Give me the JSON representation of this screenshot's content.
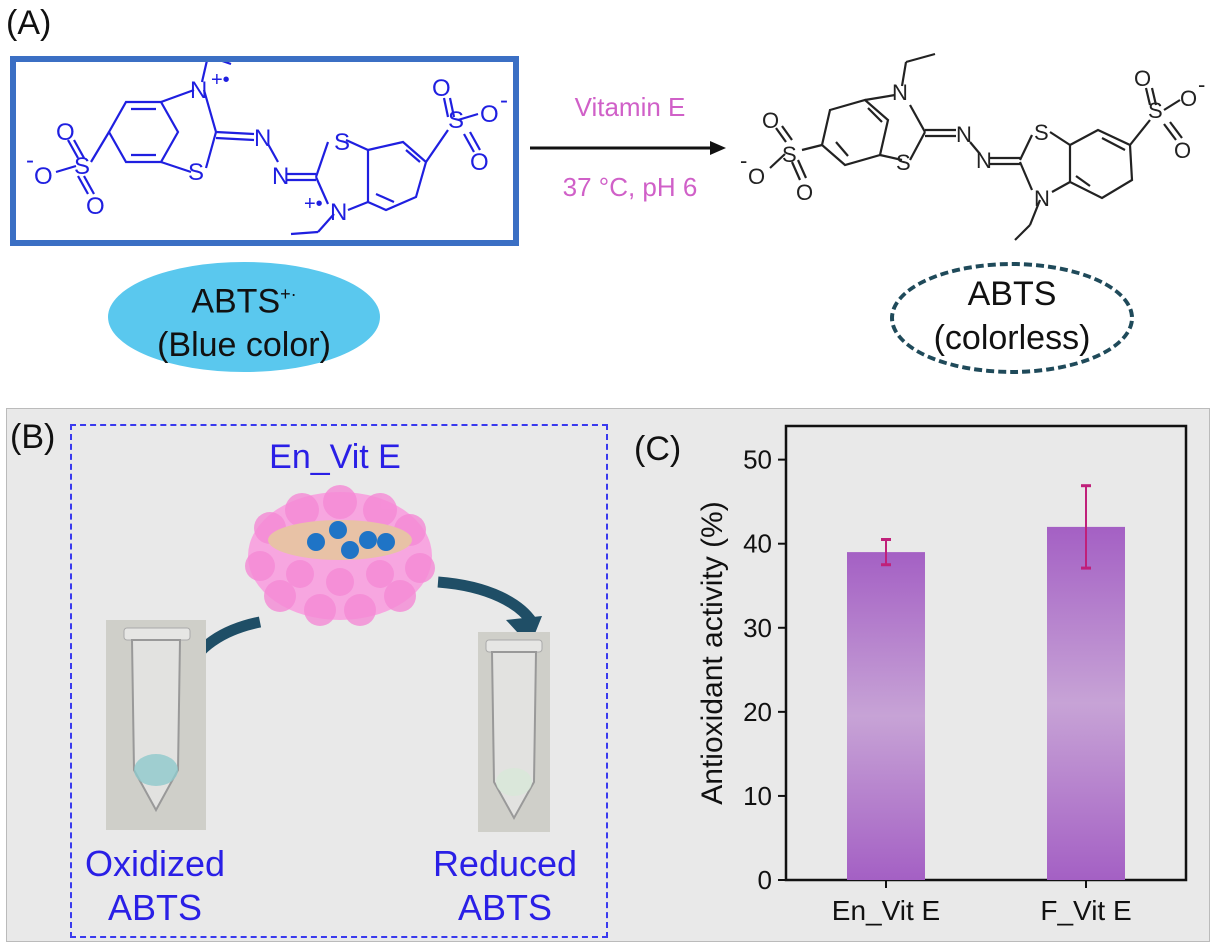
{
  "panelA": {
    "label": "(A)",
    "reagent": "Vitamin E",
    "conditions": "37 °C, pH 6",
    "left_species": {
      "name": "ABTS",
      "charge": "+·",
      "note": "(Blue color)"
    },
    "right_species": {
      "name": "ABTS",
      "note": "(colorless)"
    },
    "atoms": {
      "S": "S",
      "N": "N",
      "O": "O",
      "Oneg": "O",
      "neg": "-",
      "Nrad": "N",
      "rad_plus": "+•",
      "plus_rad": "+•"
    }
  },
  "panelB": {
    "label": "(B)",
    "title": "En_Vit E",
    "left_tube": [
      "Oxidized",
      "ABTS"
    ],
    "right_tube": [
      "Reduced",
      "ABTS"
    ]
  },
  "panelC": {
    "label": "(C)",
    "chart_data": {
      "type": "bar",
      "categories": [
        "En_Vit E",
        "F_Vit E"
      ],
      "values": [
        39.0,
        42.0
      ],
      "errors": [
        1.5,
        4.9
      ],
      "ylabel": "Antioxidant activity (%)",
      "ylim": [
        0,
        54
      ],
      "yticks": [
        0,
        10,
        20,
        30,
        40,
        50
      ],
      "bar_color": "#a460c4",
      "error_color": "#c0207a"
    }
  },
  "colors": {
    "blue_structure": "#1f1fe0",
    "box_border": "#3b6fc4",
    "blue_ellipse": "#5ac8ee",
    "dashed_ellipse": "#1f4a5a",
    "condition_text": "#d060c8",
    "lower_panel_bg": "#e9e9e9"
  }
}
